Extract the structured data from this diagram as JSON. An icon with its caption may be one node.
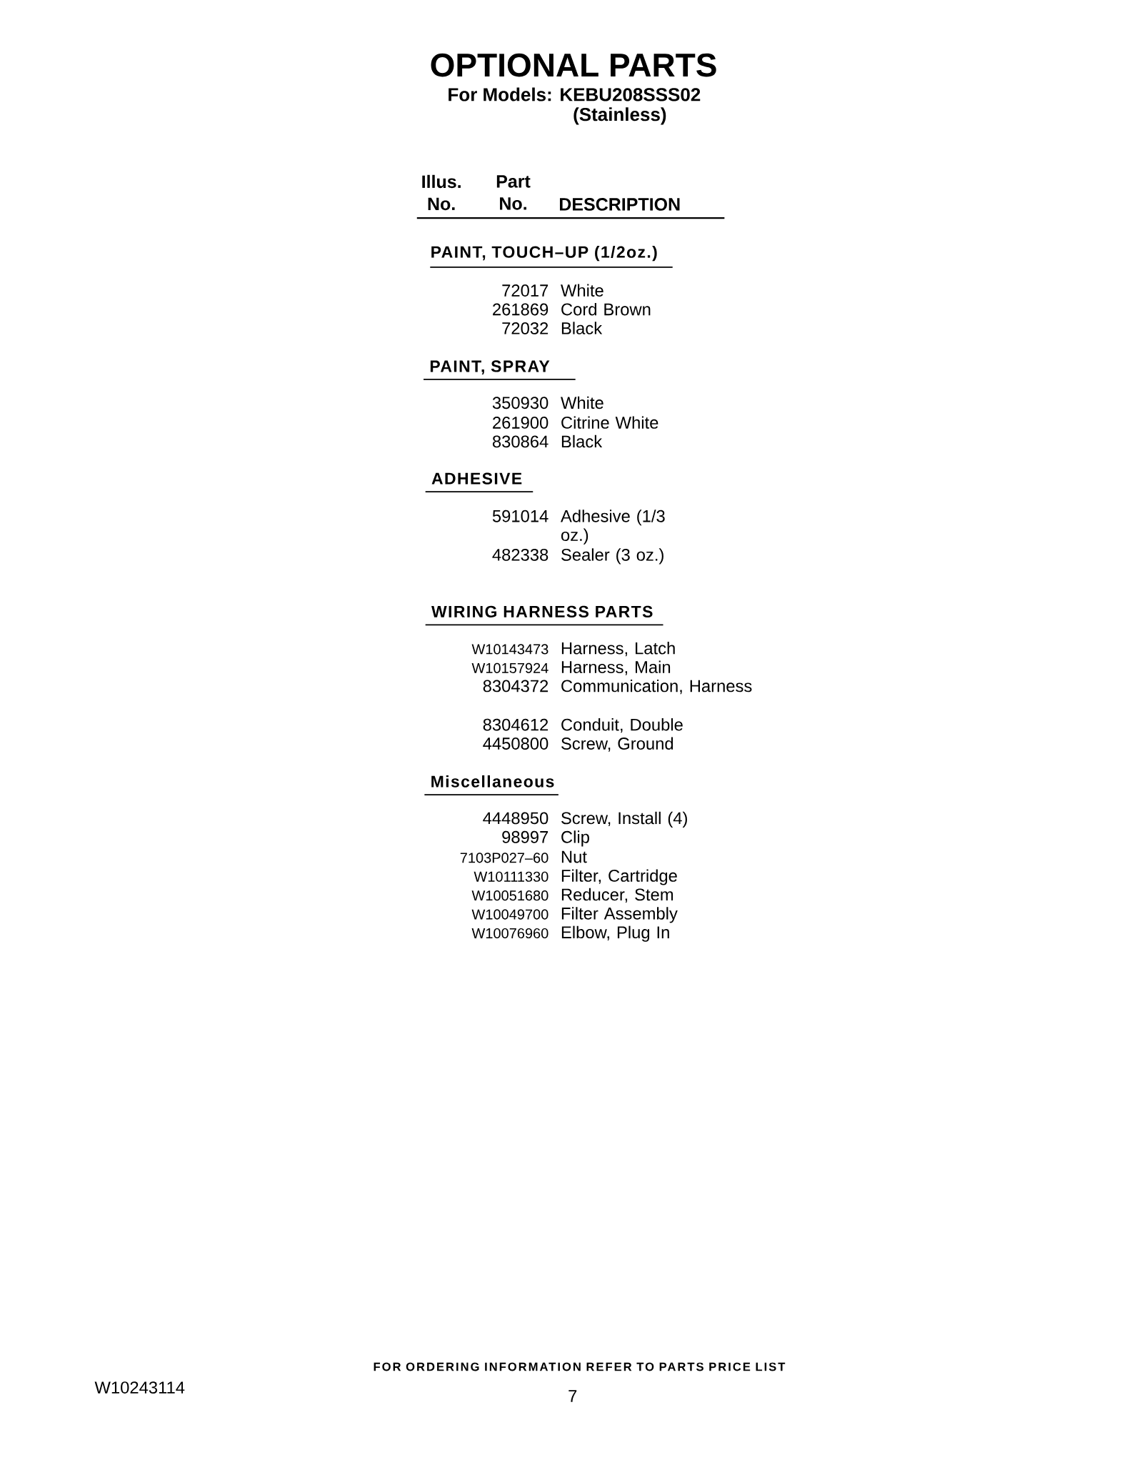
{
  "diagram": {
    "title": "OPTIONAL PARTS",
    "labels": [
      "For Models: KEBU208SSS02",
      "(Stainless)",
      "Illus. No.",
      "Part No.",
      "DESCRIPTION",
      "PAINT, TOUCH–UP (1/2oz.)",
      "72017",
      "White",
      "261869",
      "Cord Brown",
      "72032",
      "Black",
      "PAINT, SPRAY",
      "350930",
      "White",
      "261900",
      "Citrine White",
      "830864",
      "Black",
      "ADHESIVE",
      "591014",
      "Adhesive (1/3 oz.)",
      "482338",
      "Sealer (3 oz.)",
      "WIRING HARNESS PARTS",
      "W10143473",
      "Harness, Latch",
      "W10157924",
      "Harness, Main",
      "8304372",
      "Communication, Harness",
      "8304612",
      "Conduit, Double",
      "4450800",
      "Screw, Ground",
      "Miscellaneous",
      "4448950",
      "Screw, Install (4)",
      "98997",
      "Clip",
      "7103P027–60",
      "Nut",
      "W10111330",
      "Filter, Cartridge",
      "W10051680",
      "Reducer, Stem",
      "W10049700",
      "Filter Assembly",
      "W10076960",
      "Elbow, Plug In",
      "FOR ORDERING INFORMATION REFER TO PARTS PRICE LIST",
      "W10243114",
      "7"
    ]
  }
}
